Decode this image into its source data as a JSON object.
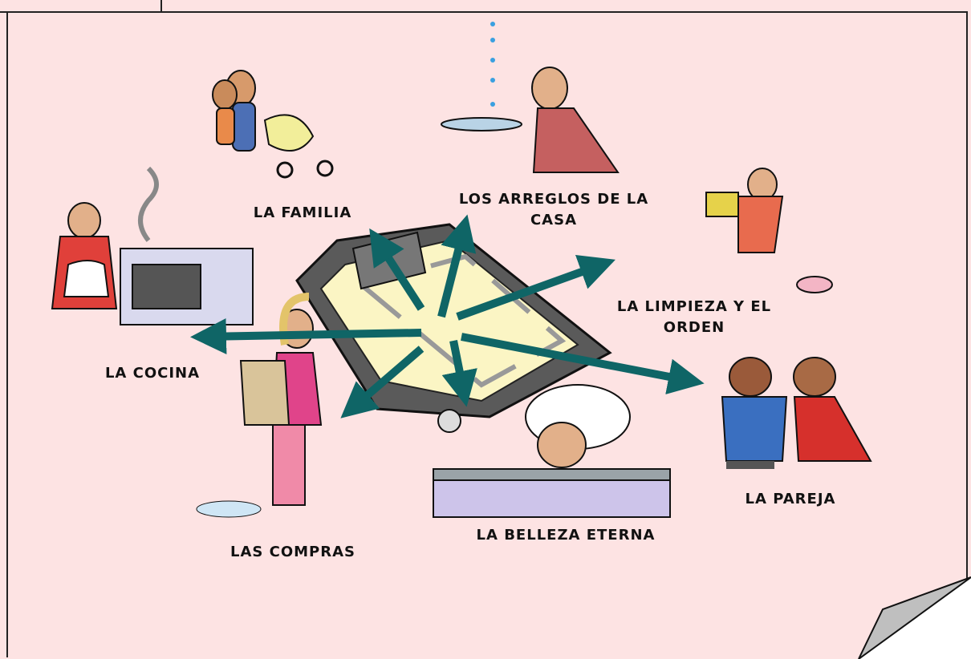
{
  "labels": {
    "familia": "LA FAMILIA",
    "arreglos": "LOS ARREGLOS DE LA\nCASA",
    "limpieza": "LA LIMPIEZA Y EL\nORDEN",
    "cocina": "LA COCINA",
    "pareja": "LA PAREJA",
    "compras": "LAS COMPRAS",
    "belleza": "LA BELLEZA ETERNA"
  },
  "colors": {
    "background": "#fde3e3",
    "arrow": "#0f6566",
    "clipboard": "#5f5f5f",
    "paper": "#fbf5c4"
  }
}
